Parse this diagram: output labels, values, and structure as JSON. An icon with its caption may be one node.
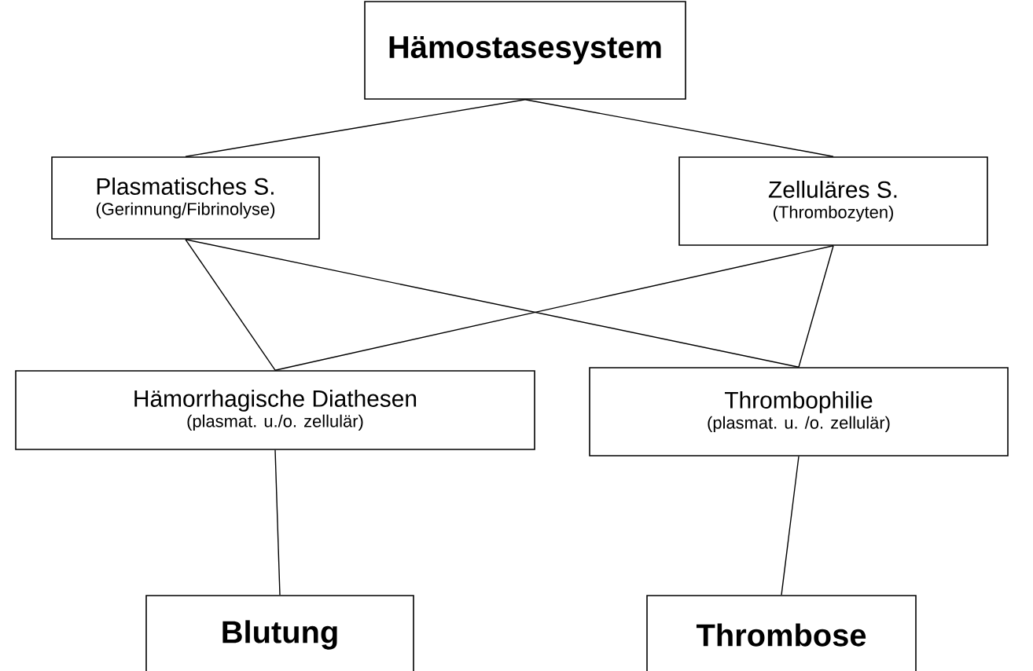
{
  "diagram": {
    "nodes": [
      {
        "text": [
          "Hämostasesystem"
        ]
      },
      {
        "text": [
          "Plasmatisches S.",
          "(Gerinnung/Fibrinolyse)"
        ]
      },
      {
        "text": [
          "Zelluläres S.",
          "(Thrombozyten)"
        ]
      },
      {
        "text": [
          "Hämorrhagische Diathesen",
          "(plasmat. u./o. zellulär)"
        ]
      },
      {
        "text": [
          "Thrombophilie",
          "(plasmat. u. /o. zellulär)"
        ]
      },
      {
        "text": [
          "Blutung"
        ]
      },
      {
        "text": [
          "Thrombose"
        ]
      }
    ],
    "edges": [
      {
        "from": 0,
        "to": 1,
        "arrow": "none"
      },
      {
        "from": 0,
        "to": 2,
        "arrow": "none"
      },
      {
        "from": 1,
        "to": 3,
        "arrow": "none"
      },
      {
        "from": 1,
        "to": 4,
        "arrow": "none"
      },
      {
        "from": 2,
        "to": 3,
        "arrow": "none"
      },
      {
        "from": 2,
        "to": 4,
        "arrow": "none"
      },
      {
        "from": 3,
        "to": 5,
        "arrow": "none"
      },
      {
        "from": 4,
        "to": 6,
        "arrow": "none"
      }
    ]
  }
}
